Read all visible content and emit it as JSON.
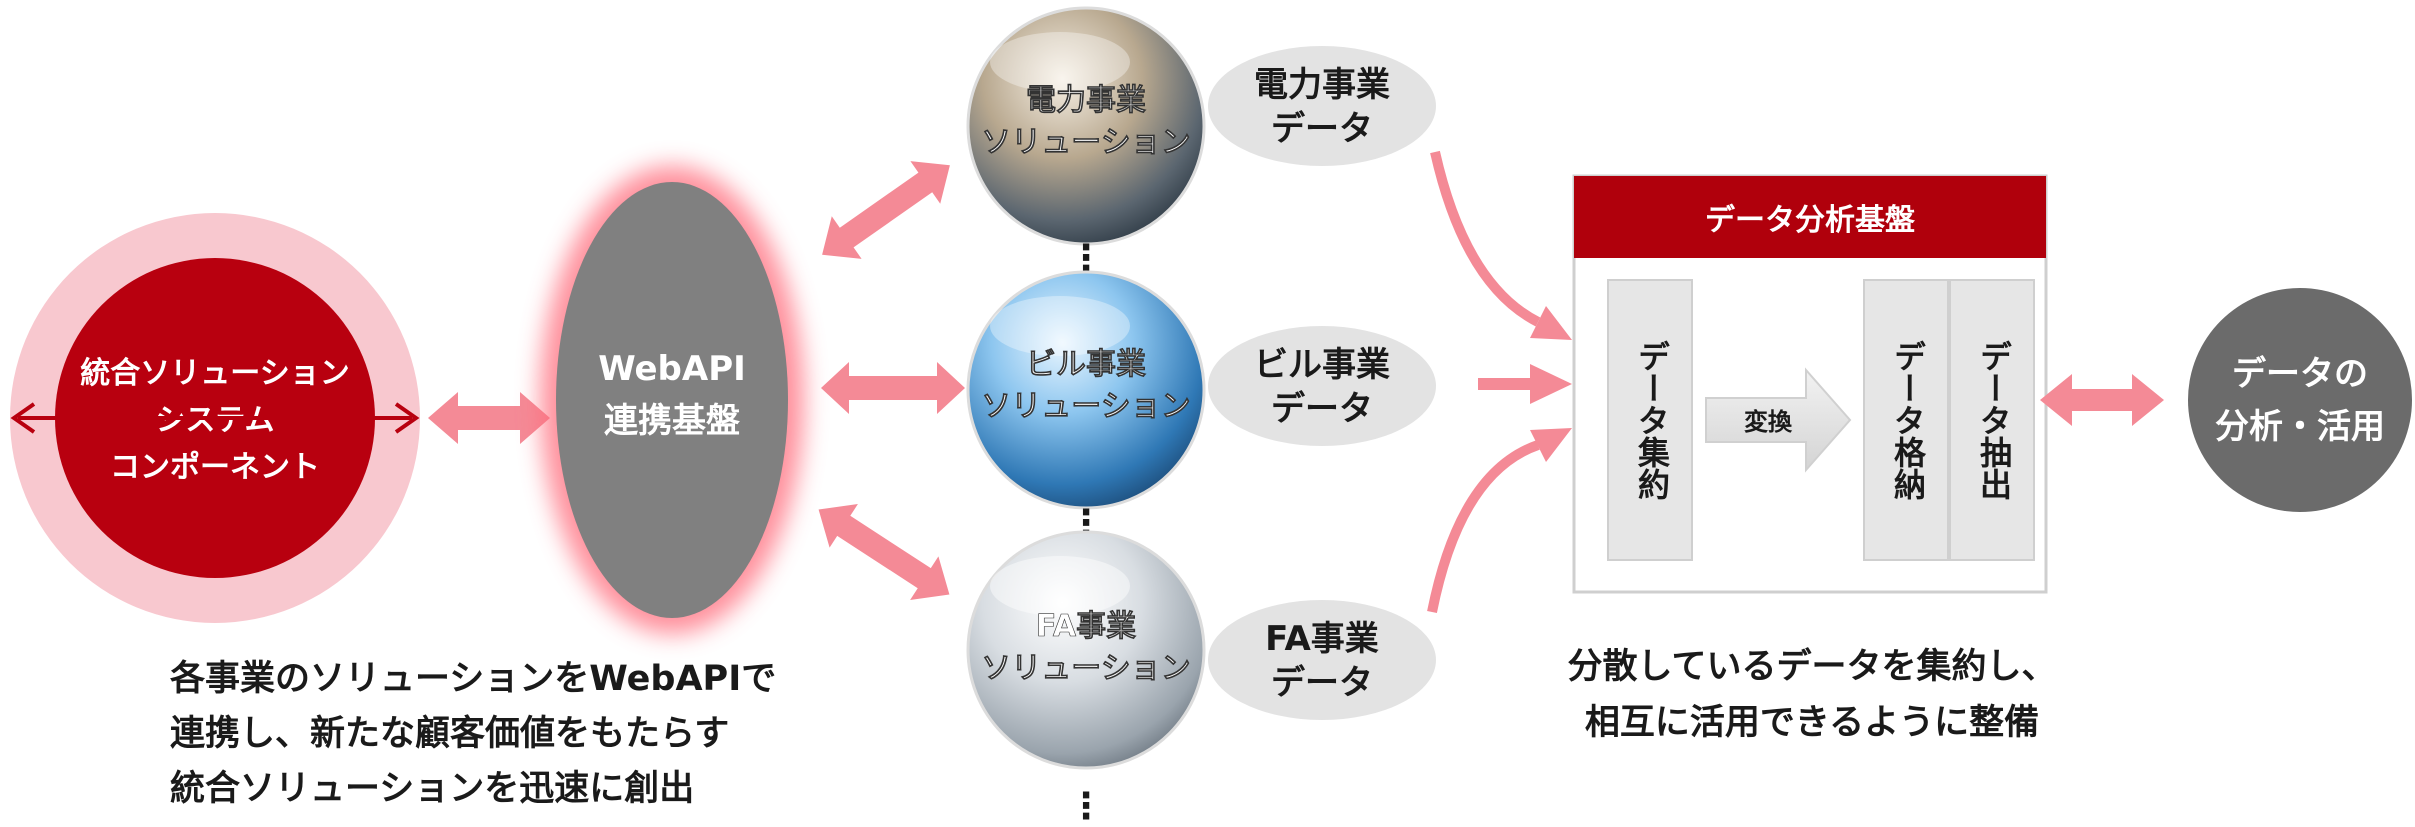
{
  "left_component": {
    "lines": [
      "統合ソリューション",
      "システム",
      "コンポーネント"
    ],
    "inner_color": "#b8000f",
    "outer_color": "#f8c8cf"
  },
  "webapi": {
    "lines": [
      "WebAPI",
      "連携基盤"
    ],
    "color": "#808080",
    "glow_color": "#ff6b7a"
  },
  "left_caption": {
    "lines": [
      "各事業のソリューションをWebAPIで",
      "連携し、新たな顧客価値をもたらす",
      "統合ソリューションを迅速に創出"
    ]
  },
  "solutions": [
    {
      "lines": [
        "電力事業",
        "ソリューション"
      ],
      "data_lines": [
        "電力事業",
        "データ"
      ]
    },
    {
      "lines": [
        "ビル事業",
        "ソリューション"
      ],
      "data_lines": [
        "ビル事業",
        "データ"
      ]
    },
    {
      "lines": [
        "FA事業",
        "ソリューション"
      ],
      "data_lines": [
        "FA事業",
        "データ"
      ]
    }
  ],
  "ellipsis": "⋮",
  "platform": {
    "title": "データ分析基盤",
    "header_color": "#b0000c",
    "collect": "データ集約",
    "convert": "変換",
    "store": "データ格納",
    "extract": "データ抽出"
  },
  "right_caption": {
    "lines": [
      "分散しているデータを集約し、",
      "相互に活用できるように整備"
    ]
  },
  "analysis": {
    "lines": [
      "データの",
      "分析・活用"
    ],
    "color": "#6b6b6b"
  },
  "arrow_color": "#f48a96",
  "dark_arrow_color": "#b8000f"
}
